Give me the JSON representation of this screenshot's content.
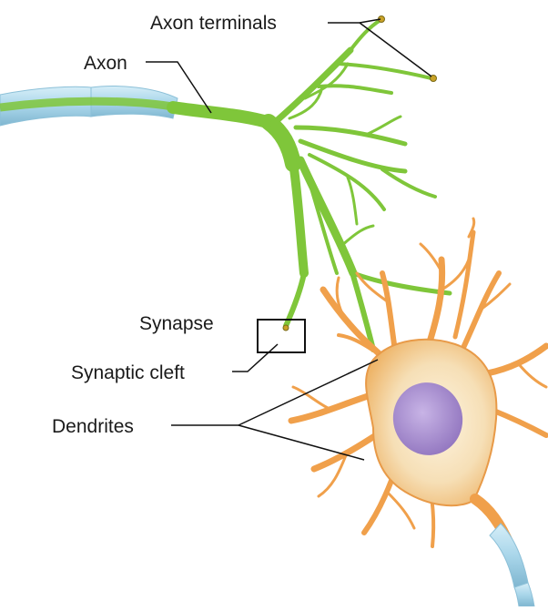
{
  "labels": {
    "axon_terminals": "Axon terminals",
    "axon": "Axon",
    "synapse": "Synapse",
    "synaptic_cleft": "Synaptic cleft",
    "dendrites": "Dendrites"
  },
  "colors": {
    "axon_green": "#7fc63a",
    "axon_green_dark": "#5e9e22",
    "myelin_blue": "#a9d6ea",
    "neuron_orange": "#f0a04b",
    "cell_body": "#f7e3bf",
    "nucleus": "#a58ccb",
    "leader_line": "#111111"
  }
}
